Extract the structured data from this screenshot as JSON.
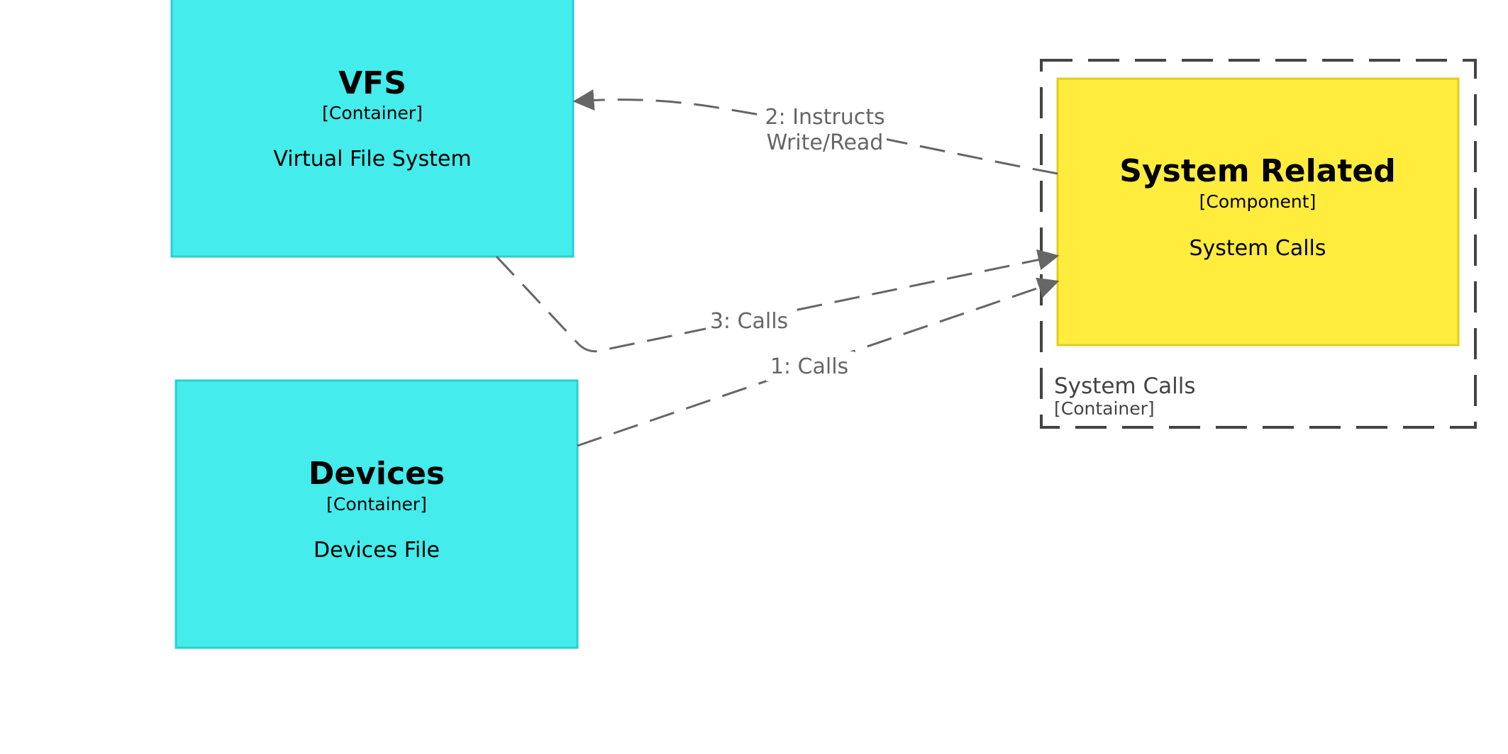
{
  "colors": {
    "container_fill": "#44ecec",
    "container_stroke": "#2ccfcf",
    "component_fill": "#ffec3d",
    "component_stroke": "#e0cd20",
    "edge": "#666666",
    "boundary": "#444444"
  },
  "nodes": {
    "vfs": {
      "title": "VFS",
      "type": "[Container]",
      "description": "Virtual File System"
    },
    "devices": {
      "title": "Devices",
      "type": "[Container]",
      "description": "Devices File"
    },
    "system_related": {
      "title": "System Related",
      "type": "[Component]",
      "description": "System Calls"
    }
  },
  "boundary": {
    "title": "System Calls",
    "type": "[Container]"
  },
  "edges": {
    "e1": {
      "label": "1: Calls",
      "from": "Devices",
      "to": "System Related"
    },
    "e2": {
      "label_line1": "2: Instructs",
      "label_line2": "Write/Read",
      "from": "System Related",
      "to": "VFS"
    },
    "e3": {
      "label": "3: Calls",
      "from": "VFS",
      "to": "System Related"
    }
  }
}
